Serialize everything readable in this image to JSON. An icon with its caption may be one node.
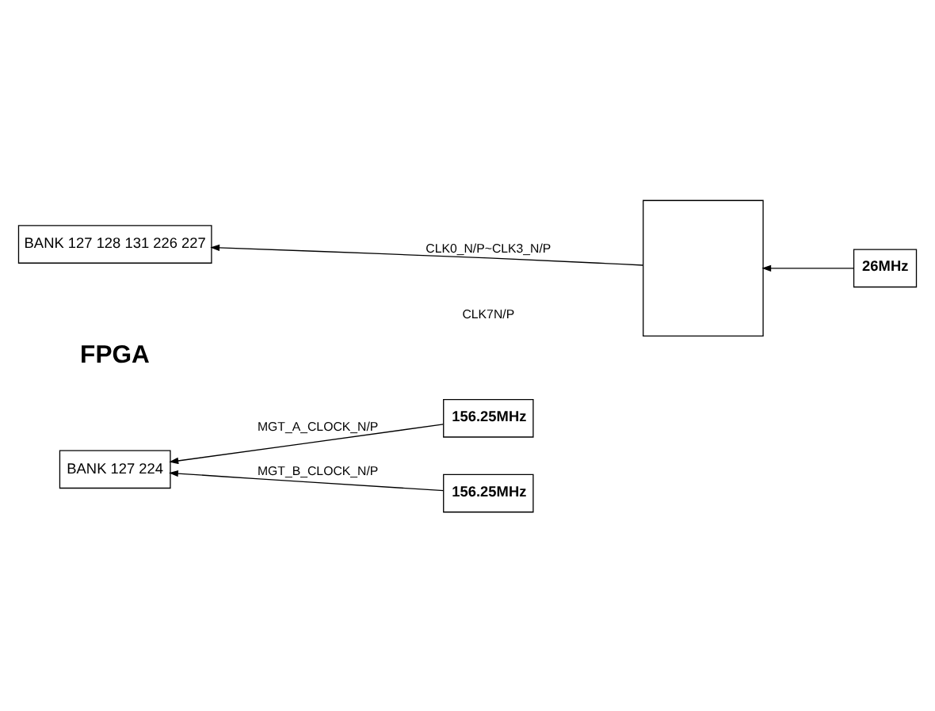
{
  "diagram": {
    "nodes": [
      {
        "text": [
          "BANK 127 128 131 226 227"
        ]
      },
      {
        "text": [
          "26MHz"
        ]
      },
      {
        "text": [],
        "shape": "box"
      },
      {
        "text": [
          "BANK 127 224"
        ]
      },
      {
        "text": [
          "156.25MHz"
        ]
      },
      {
        "text": [
          "156.25MHz"
        ]
      }
    ],
    "edges": [
      {
        "from": 1,
        "to": 2,
        "arrow": "to"
      },
      {
        "from": 2,
        "to": 0,
        "arrow": "to",
        "label": "CLK0_N/P~CLK3_N/P"
      },
      {
        "from": 4,
        "to": 3,
        "arrow": "to",
        "label": "MGT_A_CLOCK_N/P"
      },
      {
        "from": 5,
        "to": 3,
        "arrow": "to",
        "label": "MGT_B_CLOCK_N/P"
      }
    ],
    "labels": [
      "FPGA",
      "CLK7N/P"
    ]
  }
}
